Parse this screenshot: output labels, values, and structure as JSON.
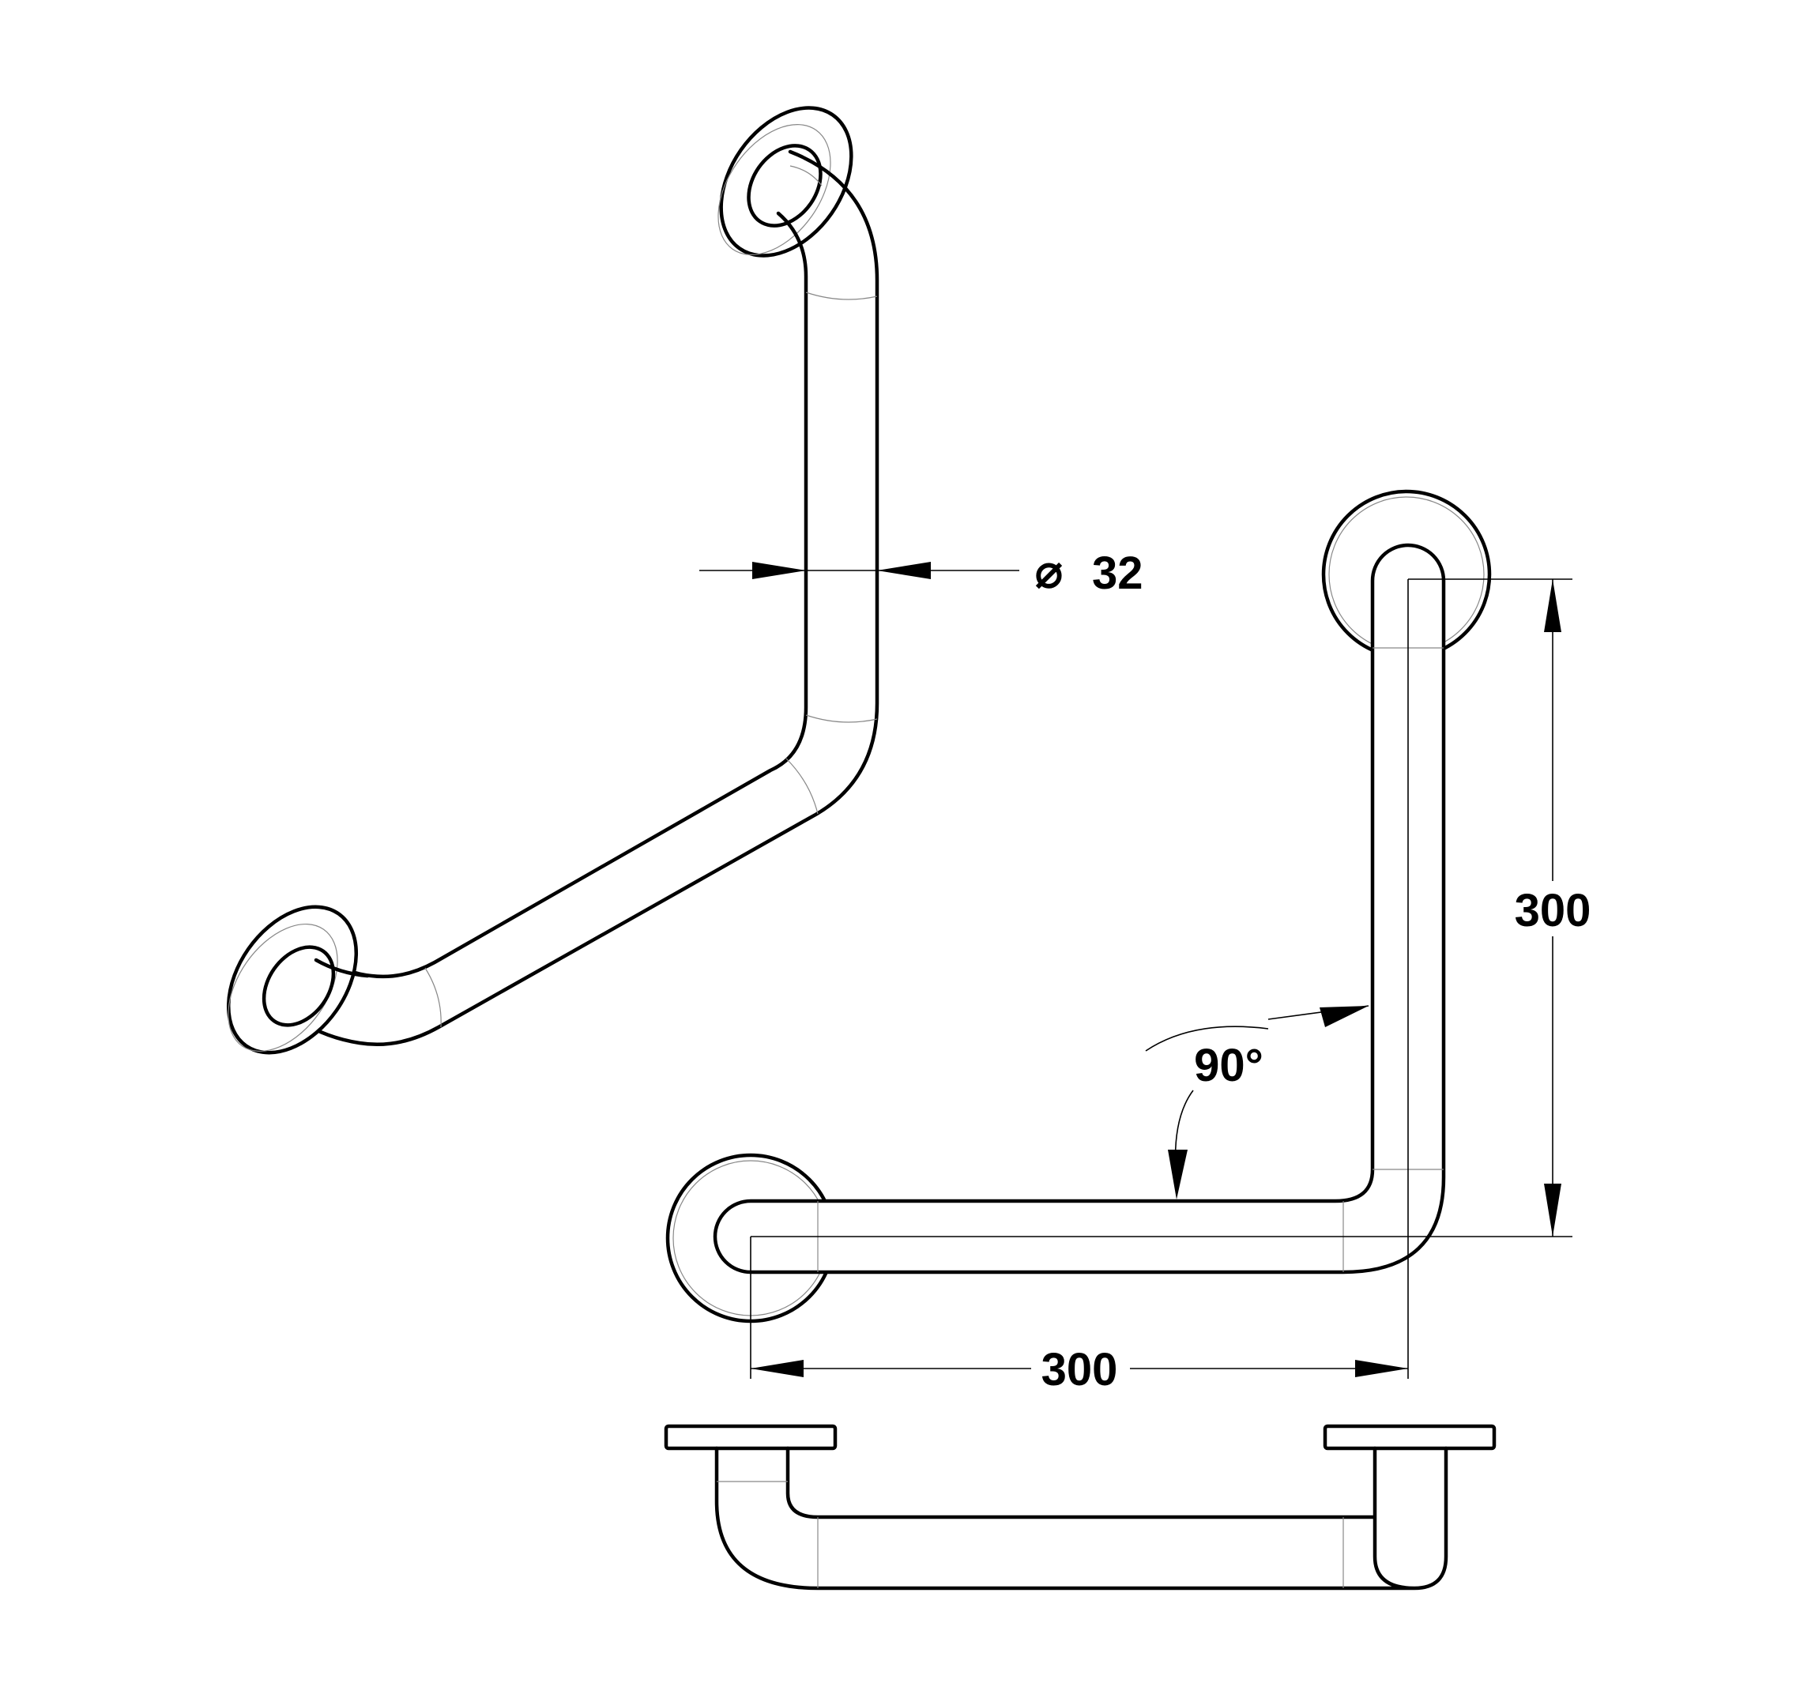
{
  "labels": {
    "diameter_symbol": "⌀",
    "diameter_value": "32",
    "height_value": "300",
    "width_value": "300",
    "angle_value": "90°"
  },
  "colors": {
    "line": "#000000",
    "hidden": "#888888",
    "background": "#ffffff"
  }
}
